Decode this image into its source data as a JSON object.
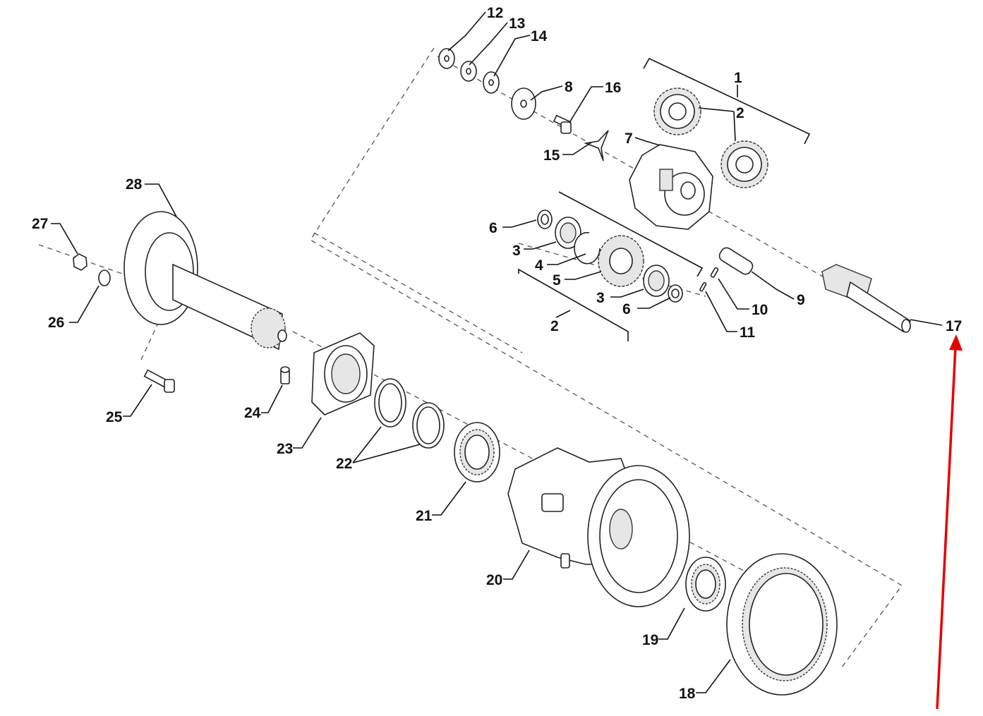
{
  "callouts": [
    "1",
    "2",
    "2",
    "3",
    "3",
    "4",
    "5",
    "6",
    "6",
    "7",
    "8",
    "9",
    "10",
    "11",
    "12",
    "13",
    "14",
    "15",
    "16",
    "17",
    "18",
    "19",
    "20",
    "21",
    "22",
    "23",
    "24",
    "25",
    "26",
    "27",
    "28"
  ],
  "highlight": {
    "target_label": "17",
    "color": "#e60000"
  }
}
